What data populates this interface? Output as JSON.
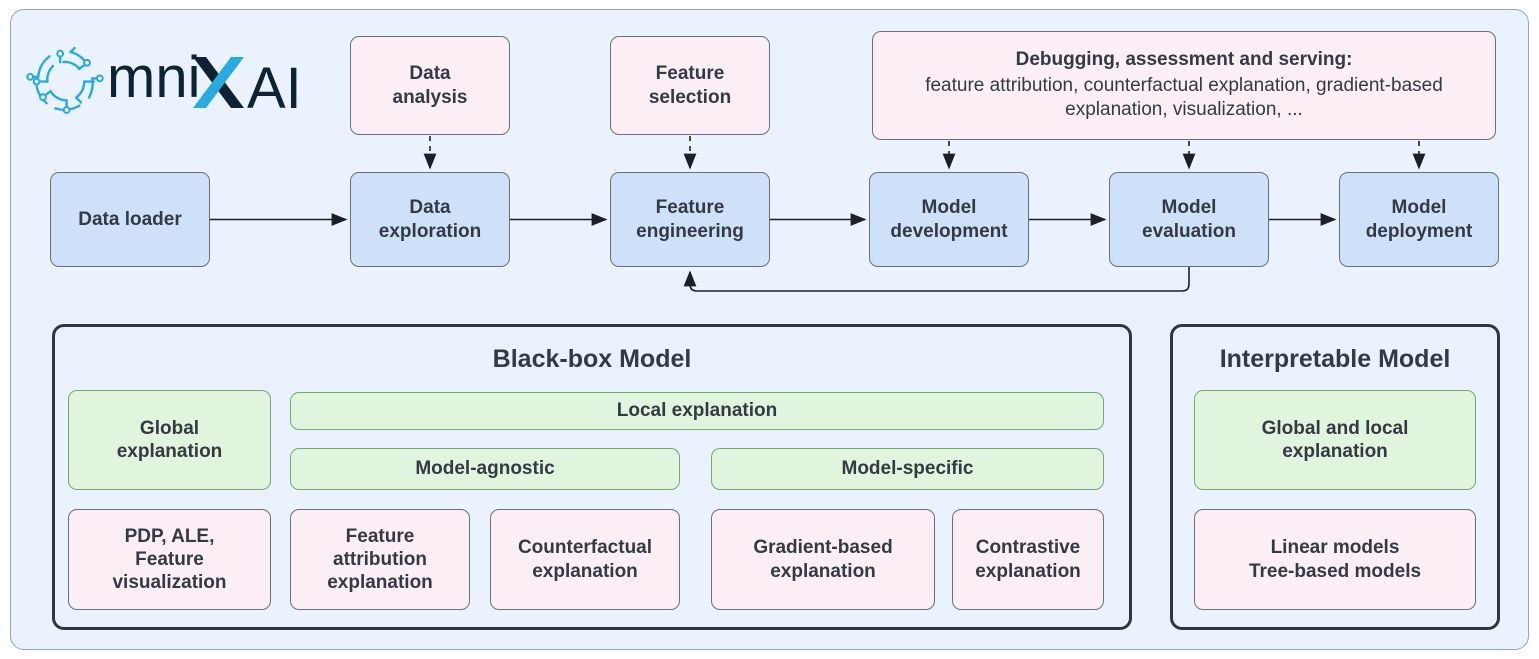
{
  "brand": {
    "logo_text_1": "mni",
    "logo_text_x": "X",
    "logo_text_2": "AI",
    "logo_full": "OmniXAI",
    "accent_blue": "#29abe2",
    "ink_navy": "#0d2233"
  },
  "colors": {
    "canvas": "#eaf2fd",
    "blue_box": "#cfe1f9",
    "pink_box": "#fceef5",
    "green_box": "#e1f4de",
    "panel_border": "#2f3640",
    "text": "#343a44"
  },
  "pipeline": {
    "stages": [
      {
        "label": "Data loader"
      },
      {
        "label": "Data\nexploration"
      },
      {
        "label": "Feature\nengineering"
      },
      {
        "label": "Model\ndevelopment"
      },
      {
        "label": "Model\nevaluation"
      },
      {
        "label": "Model\ndeployment"
      }
    ]
  },
  "tools": {
    "data_analysis": "Data\nanalysis",
    "feature_selection": "Feature\nselection",
    "debug_banner": {
      "title": "Debugging, assessment and serving:",
      "body": "feature attribution, counterfactual explanation, gradient-based explanation, visualization, ..."
    }
  },
  "blackbox": {
    "title": "Black-box Model",
    "global_explanation": "Global\nexplanation",
    "local_explanation": "Local explanation",
    "model_agnostic": "Model-agnostic",
    "model_specific": "Model-specific",
    "methods": [
      "PDP, ALE,\nFeature\nvisualization",
      "Feature\nattribution\nexplanation",
      "Counterfactual\nexplanation",
      "Gradient-based\nexplanation",
      "Contrastive\nexplanation"
    ]
  },
  "interpretable": {
    "title": "Interpretable Model",
    "global_and_local": "Global and local\nexplanation",
    "models": "Linear models\nTree-based models"
  }
}
